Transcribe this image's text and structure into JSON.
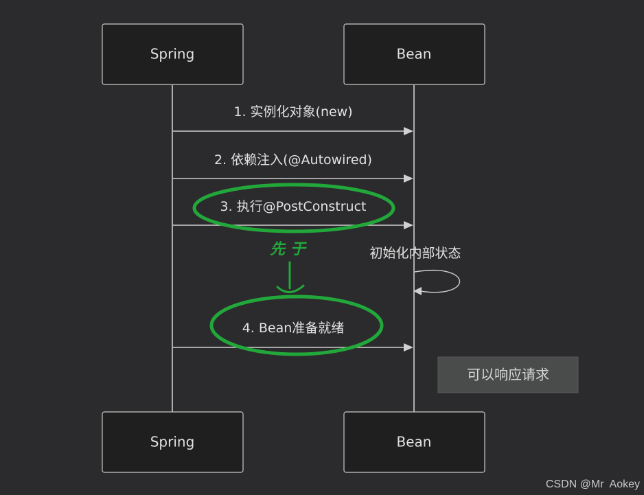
{
  "participants": {
    "spring": "Spring",
    "bean": "Bean"
  },
  "messages": {
    "m1": "1. 实例化对象(new)",
    "m2": "2. 依赖注入(@Autowired)",
    "m3": "3. 执行@PostConstruct",
    "self": "初始化内部状态",
    "m4": "4. Bean准备就绪"
  },
  "note": "可以响应请求",
  "annotation": {
    "handwritten": "先 于"
  },
  "colors": {
    "background": "#2b2b2d",
    "box_fill": "#1f1f1f",
    "line": "#d0d0d0",
    "annotation": "#22a83a",
    "note_fill": "#4a4b4b"
  },
  "watermark": "CSDN @Mr  Aokey"
}
